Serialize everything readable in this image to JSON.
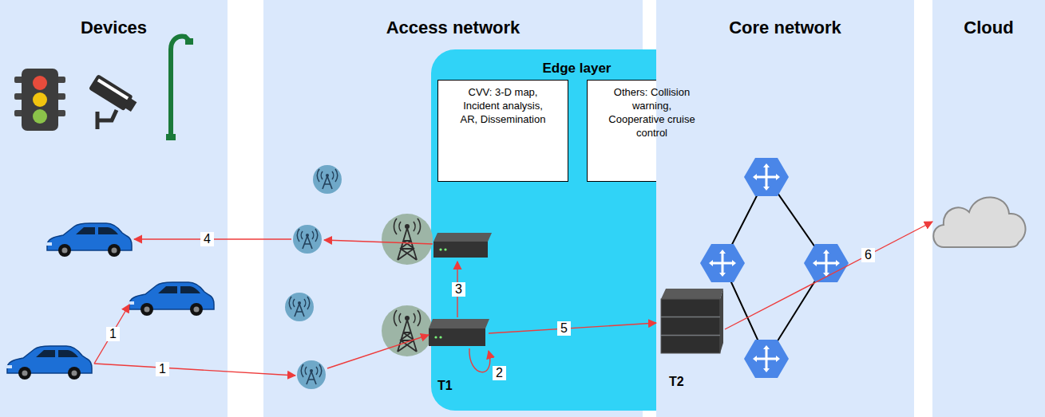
{
  "diagram": {
    "nodes": [
      {
        "text": [
          "Devices"
        ]
      },
      {
        "text": [
          "Access network"
        ]
      },
      {
        "text": [
          "Edge layer"
        ]
      },
      {
        "text": [
          "CVV: 3-D map, Incident analysis, AR, Dissemination"
        ],
        "in": 2
      },
      {
        "text": [
          "Others: Collision warning, Cooperative cruise control"
        ],
        "in": 2
      },
      {
        "text": [
          "T1"
        ],
        "in": 2
      },
      {
        "text": [
          "T2"
        ],
        "in": 2
      },
      {
        "text": [
          "Core network"
        ]
      },
      {
        "text": [
          "Cloud"
        ]
      }
    ],
    "edges": [
      {
        "from": 5,
        "to": 6,
        "arrow": "to",
        "label": "5"
      },
      {
        "from": 6,
        "to": 8,
        "arrow": "to",
        "label": "6"
      }
    ],
    "labels": [
      "1",
      "1",
      "2",
      "3",
      "4"
    ]
  }
}
